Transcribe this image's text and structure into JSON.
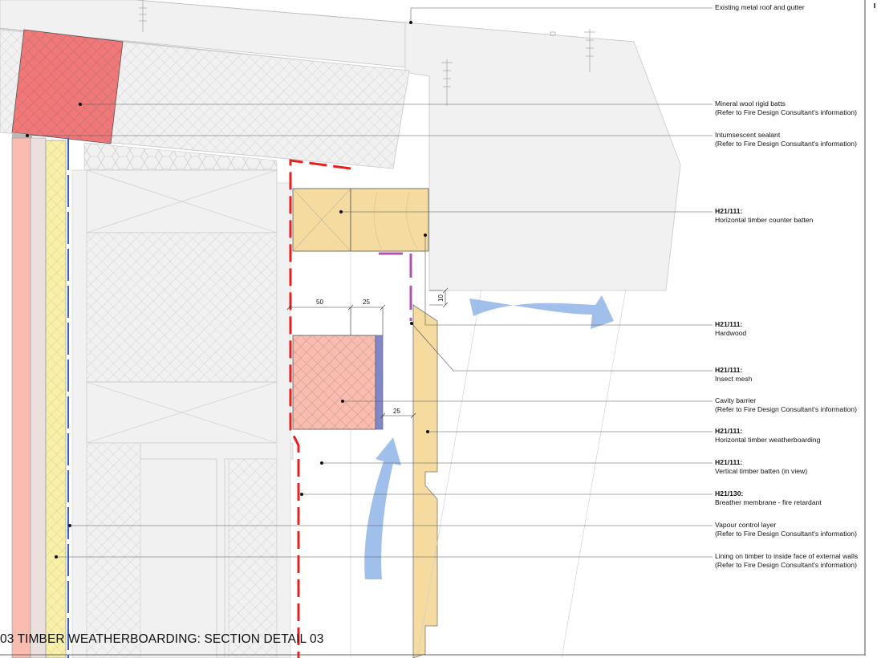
{
  "title": "03  TIMBER WEATHERBOARDING: SECTION DETAIL 03",
  "dimensions": {
    "d1": "50",
    "d2": "25",
    "d3": "25",
    "d4": "10"
  },
  "labels": [
    {
      "code": "",
      "text": "Existing metal roof and gutter",
      "note": ""
    },
    {
      "code": "",
      "text": "Mineral wool rigid batts",
      "note": "(Refer to Fire Design Consultant's information)"
    },
    {
      "code": "",
      "text": "Intumsescent sealant",
      "note": "(Refer to Fire Design Consultant's information)"
    },
    {
      "code": "H21/111:",
      "text": "Horizontal timber counter batten",
      "note": ""
    },
    {
      "code": "H21/111:",
      "text": "Hardwood",
      "note": ""
    },
    {
      "code": "H21/111:",
      "text": "Insect mesh",
      "note": ""
    },
    {
      "code": "",
      "text": "Cavity barrier",
      "note": "(Refer to Fire Design Consultant's information)"
    },
    {
      "code": "H21/111:",
      "text": "Horizontal timber weatherboarding",
      "note": ""
    },
    {
      "code": "H21/111:",
      "text": "Vertical timber batten (in view)",
      "note": ""
    },
    {
      "code": "H21/130:",
      "text": "Breather membrane - fire retardant",
      "note": ""
    },
    {
      "code": "",
      "text": "Vapour control layer",
      "note": "(Refer to Fire Design Consultant's information)"
    },
    {
      "code": "",
      "text": "Lining on timber to inside face of external walls",
      "note": "(Refer to Fire Design Consultant's information)"
    }
  ],
  "colors": {
    "fire_batt": "#f07878",
    "timber": "#f5dba0",
    "cavity_barrier": "#f9bcae",
    "membrane": "#e82020",
    "mesh": "#b050b0",
    "airflow": "#8fb4e6",
    "lining": "#f8f0a8",
    "vcl": "#4060c0"
  }
}
